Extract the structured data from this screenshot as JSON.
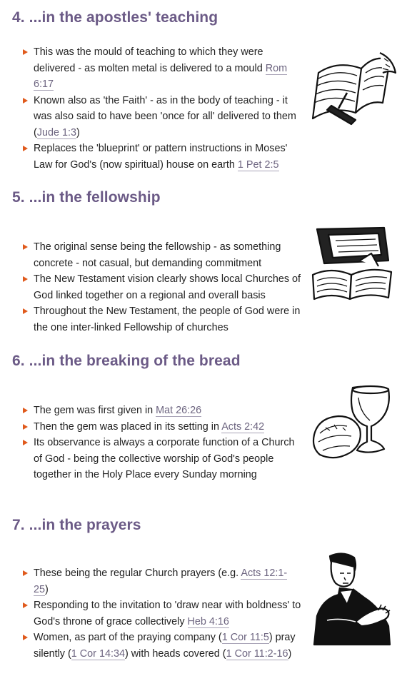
{
  "sections": [
    {
      "heading": "4. ...in the apostles' teaching",
      "art_icon": "open-books-and-scroll-illustration",
      "items": [
        {
          "parts": [
            {
              "t": "This was the mould of teaching to which they were delivered - as molten metal is delivered to a mould "
            },
            {
              "ref": "Rom 6:17"
            }
          ]
        },
        {
          "parts": [
            {
              "t": "Known also as 'the Faith' - as in the body of teaching - it was also said to have been 'once for all' delivered to them ("
            },
            {
              "ref": "Jude 1:3"
            },
            {
              "t": ")"
            }
          ]
        },
        {
          "parts": [
            {
              "t": "Replaces the 'blueprint' or pattern instructions in Moses' Law for God's (now spiritual) house on earth "
            },
            {
              "ref": "1 Pet 2:5"
            }
          ]
        }
      ]
    },
    {
      "heading": "5. ...in the fellowship",
      "art_icon": "books-and-papers-illustration",
      "items": [
        {
          "parts": [
            {
              "t": "The original sense being the fellowship - as something concrete - not casual, but demanding commitment"
            }
          ]
        },
        {
          "parts": [
            {
              "t": "The New Testament vision clearly shows local Churches of God linked together on a regional and overall basis"
            }
          ]
        },
        {
          "parts": [
            {
              "t": "Throughout the New Testament, the people of God were in the one inter-linked Fellowship of churches"
            }
          ]
        }
      ]
    },
    {
      "heading": "6. ...in the breaking of the bread",
      "art_icon": "bread-and-cup-illustration",
      "items": [
        {
          "parts": [
            {
              "t": "The gem was first given in "
            },
            {
              "ref": "Mat 26:26"
            }
          ]
        },
        {
          "parts": [
            {
              "t": "Then the gem was placed in its setting in "
            },
            {
              "ref": "Acts 2:42"
            }
          ]
        },
        {
          "parts": [
            {
              "t": "Its observance is always a corporate function of a Church of God - being the collective worship of God's people together in the Holy Place every Sunday morning"
            }
          ]
        }
      ]
    },
    {
      "heading": "7. ...in the prayers",
      "art_icon": "praying-man-illustration",
      "items": [
        {
          "parts": [
            {
              "t": "These being the regular Church prayers (e.g. "
            },
            {
              "ref": "Acts 12:1-25"
            },
            {
              "t": ")"
            }
          ]
        },
        {
          "parts": [
            {
              "t": "Responding to the invitation to 'draw near with boldness' to God's throne of grace collectively "
            },
            {
              "ref": "Heb 4:16"
            }
          ]
        },
        {
          "parts": [
            {
              "t": "Women, as part of the praying company ("
            },
            {
              "ref": "1 Cor 11:5"
            },
            {
              "t": ") pray silently ("
            },
            {
              "ref": "1 Cor 14:34"
            },
            {
              "t": ") with heads covered ("
            },
            {
              "ref": "1 Cor 11:2-16"
            },
            {
              "t": ")"
            }
          ]
        }
      ]
    }
  ]
}
